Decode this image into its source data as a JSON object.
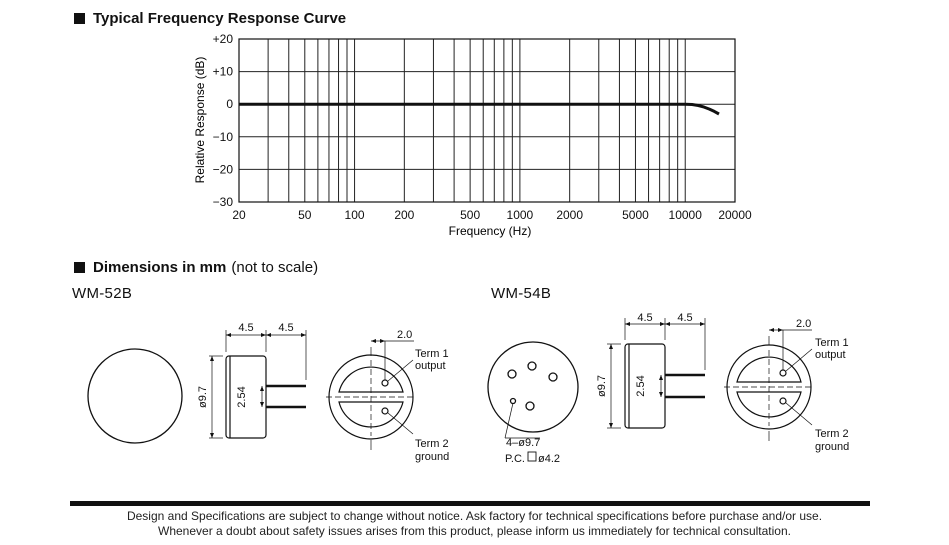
{
  "frequency_section": {
    "title": "Typical Frequency Response Curve"
  },
  "dimensions_section": {
    "title": "Dimensions in mm",
    "note": "(not to scale)"
  },
  "chart_data": {
    "type": "line",
    "title": "Typical Frequency Response Curve",
    "xlabel": "Frequency (Hz)",
    "ylabel": "Relative Response (dB)",
    "x_scale": "log",
    "xlim": [
      20,
      20000
    ],
    "ylim": [
      -30,
      20
    ],
    "x_ticks": [
      "20",
      "50",
      "100",
      "200",
      "500",
      "1000",
      "2000",
      "5000",
      "10000",
      "20000"
    ],
    "y_ticks": [
      "+20",
      "+10",
      "0",
      "−10",
      "−20",
      "−30"
    ],
    "grid": true,
    "series": [
      {
        "x": [
          20,
          50,
          100,
          200,
          500,
          1000,
          2000,
          5000,
          10000,
          11000,
          12000,
          13000,
          14000,
          15000,
          16000
        ],
        "y": [
          0,
          0,
          0,
          0,
          0,
          0,
          0,
          0,
          0,
          -0.1,
          -0.4,
          -0.9,
          -1.5,
          -2.2,
          -3
        ]
      }
    ]
  },
  "wm52b": {
    "model": "WM-52B",
    "dim_a": "4.5",
    "dim_b": "4.5",
    "diameter": "ø9.7",
    "pin_spacing": "2.54",
    "offset": "2.0",
    "term1_line1": "Term 1",
    "term1_line2": "output",
    "term2_line1": "Term 2",
    "term2_line2": "ground"
  },
  "wm54b": {
    "model": "WM-54B",
    "dim_a": "4.5",
    "dim_b": "4.5",
    "diameter": "ø9.7",
    "pin_spacing": "2.54",
    "offset": "2.0",
    "term1_line1": "Term 1",
    "term1_line2": "output",
    "term2_line1": "Term 2",
    "term2_line2": "ground",
    "holes": "4–ø9.7",
    "pc_prefix": "P.C.",
    "pc_value": "ø4.2"
  },
  "footer": {
    "line1": "Design and Specifications are subject to change without notice.   Ask factory for technical specifications before purchase and/or use.",
    "line2": "Whenever a doubt about safety issues arises from this product, please inform us immediately for technical consultation."
  }
}
